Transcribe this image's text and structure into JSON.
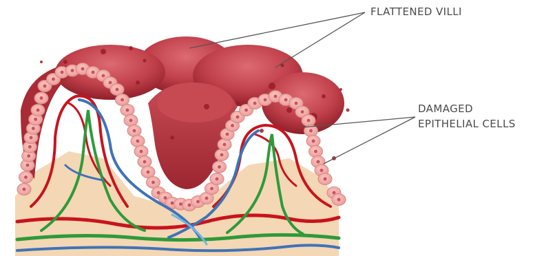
{
  "labels": {
    "flattened_villi": "FLATTENED VILLI",
    "damaged_line1": "DAMAGED",
    "damaged_line2": "EPITHELIAL CELLS"
  },
  "colors": {
    "villi_tissue": "#b8363f",
    "villi_highlight": "#d9646b",
    "epithelial_cell": "#f2aaa6",
    "cell_nucleus": "#c9545d",
    "connective_tissue": "#f4d7b5",
    "artery": "#c8141c",
    "lacteal": "#2e9a3a",
    "vein": "#3f73b6",
    "label_text": "#4a4a4a",
    "pointer_line": "#555555"
  }
}
